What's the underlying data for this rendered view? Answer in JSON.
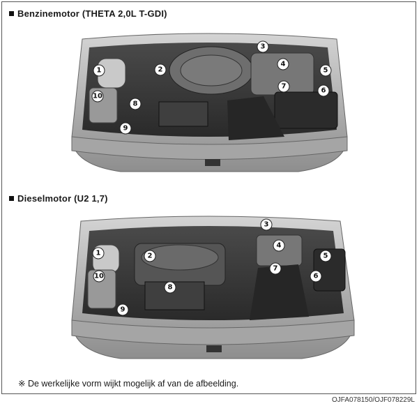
{
  "sections": [
    {
      "title": "Benzinemotor (THETA 2,0L T-GDI)",
      "callouts": [
        "1",
        "2",
        "3",
        "4",
        "5",
        "6",
        "7",
        "8",
        "9",
        "10"
      ]
    },
    {
      "title": "Dieselmotor (U2 1,7)",
      "callouts": [
        "1",
        "2",
        "3",
        "4",
        "5",
        "6",
        "7",
        "8",
        "9",
        "10"
      ]
    }
  ],
  "note": "※ De werkelijke vorm wijkt mogelijk af van de afbeelding.",
  "image_code": "OJFA078150/OJF078229L",
  "colors": {
    "paint": "#b9b9b9",
    "dark": "#3a3a3a",
    "engine": "#5c5c5c",
    "callout_fill": "#ffffff"
  }
}
